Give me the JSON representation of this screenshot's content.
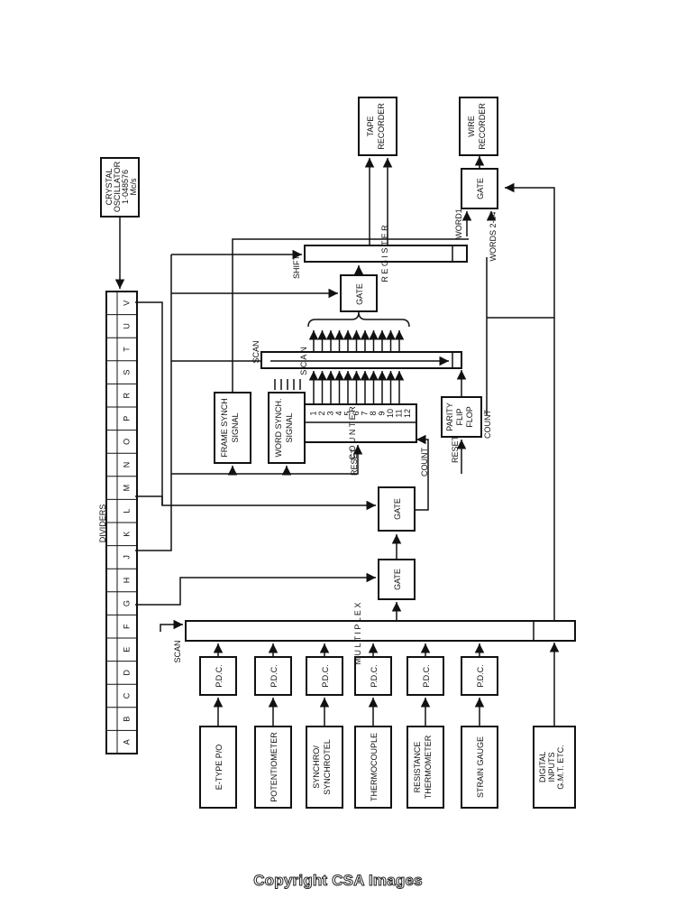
{
  "dividers": {
    "title": "DIVIDERS",
    "letters": [
      "A",
      "B",
      "C",
      "D",
      "E",
      "F",
      "G",
      "H",
      "J",
      "K",
      "L",
      "M",
      "N",
      "O",
      "P",
      "R",
      "S",
      "T",
      "U",
      "V"
    ]
  },
  "oscillator": {
    "lines": [
      "CRYSTAL",
      "OSCILLATOR",
      "1·048576",
      "Mc/s"
    ]
  },
  "sensors": [
    {
      "label": "E-TYPE  P/O"
    },
    {
      "label": "POTENTIOMETER"
    },
    {
      "label": "SYNCHRO/ SYNCHROTEL"
    },
    {
      "label": "THERMOCOUPLE"
    },
    {
      "label": "RESISTANCE THERMOMETER"
    },
    {
      "label": "STRAIN  GAUGE"
    }
  ],
  "pdc_label": "P.D.C.",
  "digital_inputs": {
    "lines": [
      "DIGITAL",
      "INPUTS",
      "G.M.T. ETC."
    ]
  },
  "multiplex": {
    "label": "M U L T I P L E X",
    "scan": "SCAN"
  },
  "gate_label": "GATE",
  "counter": {
    "label": "C O U N T E R",
    "numbers": [
      "1",
      "2",
      "3",
      "4",
      "5",
      "6",
      "7",
      "8",
      "9",
      "10",
      "11",
      "12"
    ],
    "reset": "RESET",
    "count": "COUNT"
  },
  "scan_register": {
    "scan": "SCAN",
    "label": "S C A N"
  },
  "frame_synch": {
    "lines": [
      "FRAME SYNCH",
      "SIGNAL"
    ]
  },
  "word_synch": {
    "lines": [
      "WORD  SYNCH.",
      "SIGNAL"
    ]
  },
  "parity": {
    "lines": [
      "PARITY",
      "FLIP",
      "FLOP"
    ],
    "reset": "RESET",
    "count": "COUNT"
  },
  "register": {
    "label": "R E G I S T E R",
    "shift": "SHIFT"
  },
  "tape_recorder": {
    "lines": [
      "TAPE",
      "RECORDER"
    ]
  },
  "wire_recorder": {
    "lines": [
      "WIRE",
      "RECORDER"
    ]
  },
  "word_labels": {
    "word1": "WORD1",
    "words": "WORDS 2-64"
  },
  "copyright": "Copyright CSA Images"
}
